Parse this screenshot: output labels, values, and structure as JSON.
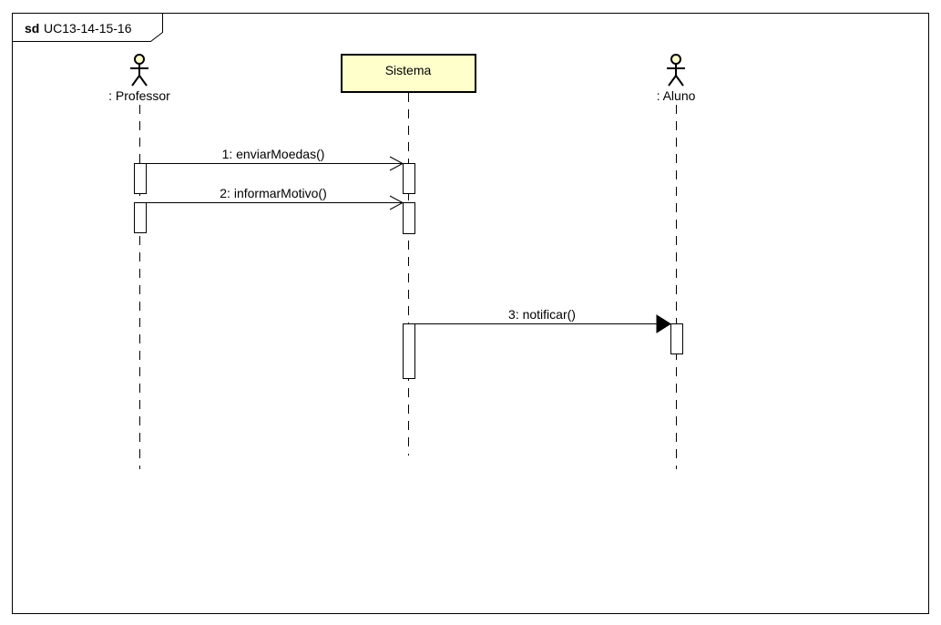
{
  "frame": {
    "keyword": "sd",
    "name": "UC13-14-15-16"
  },
  "participants": {
    "professor": {
      "label": ": Professor",
      "kind": "actor"
    },
    "sistema": {
      "label": "Sistema",
      "kind": "object",
      "fill": "#ffffcc"
    },
    "aluno": {
      "label": ": Aluno",
      "kind": "actor"
    }
  },
  "colors": {
    "actor_head_fill": "#ffffcc",
    "object_fill": "#ffffcc",
    "line": "#000000",
    "background": "#ffffff"
  },
  "messages": [
    {
      "label": "1: enviarMoedas()",
      "from": "professor",
      "to": "sistema",
      "arrow": "open"
    },
    {
      "label": "2: informarMotivo()",
      "from": "professor",
      "to": "sistema",
      "arrow": "open"
    },
    {
      "label": "3: notificar()",
      "from": "sistema",
      "to": "aluno",
      "arrow": "filled"
    }
  ]
}
